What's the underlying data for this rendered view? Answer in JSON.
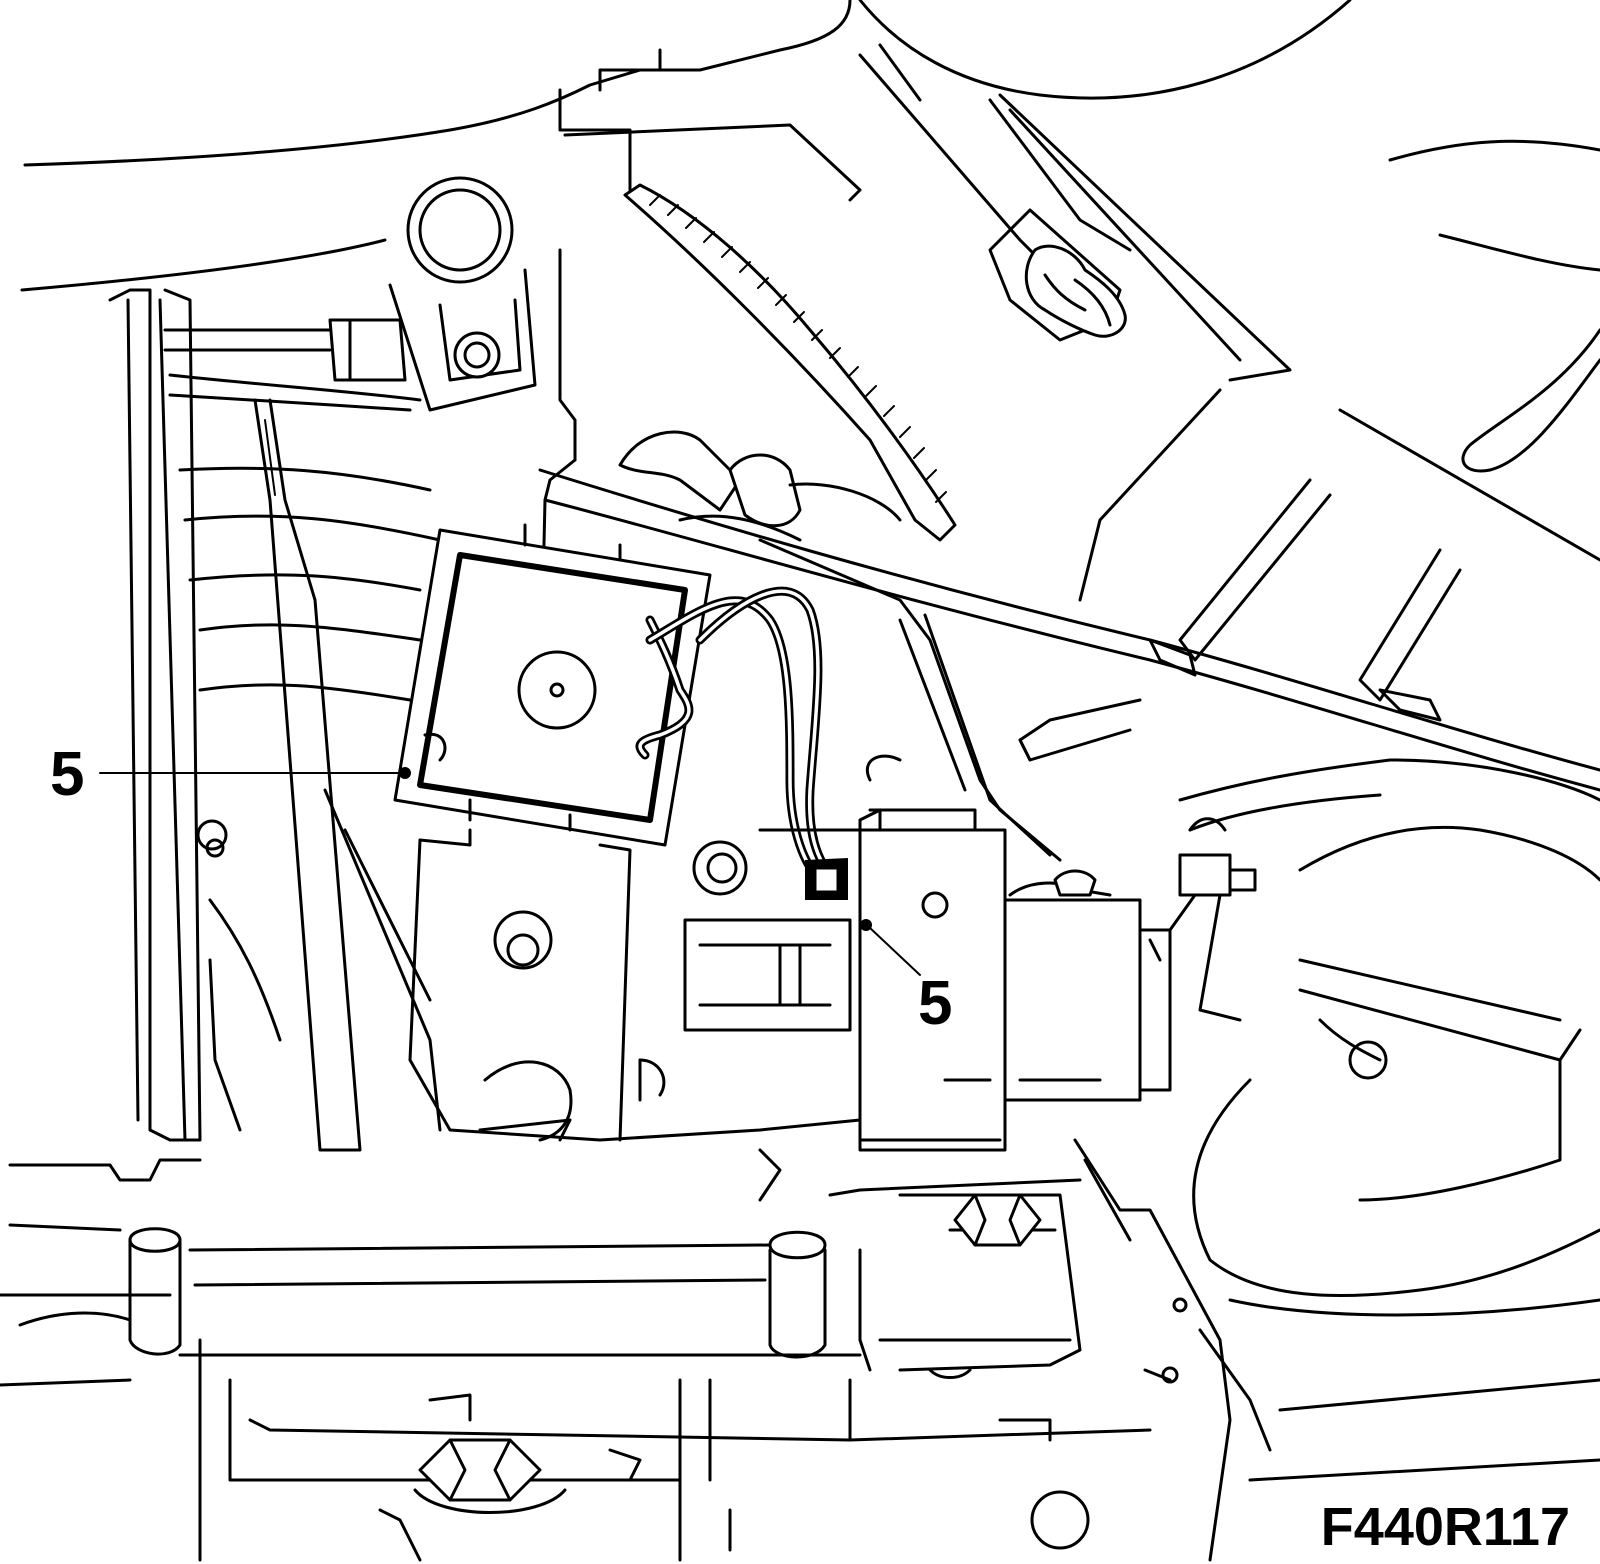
{
  "callouts": [
    {
      "id": "callout-1",
      "label": "5"
    },
    {
      "id": "callout-2",
      "label": "5"
    }
  ],
  "figure_code": "F440R117",
  "colors": {
    "line": "#000000",
    "background": "#ffffff"
  }
}
